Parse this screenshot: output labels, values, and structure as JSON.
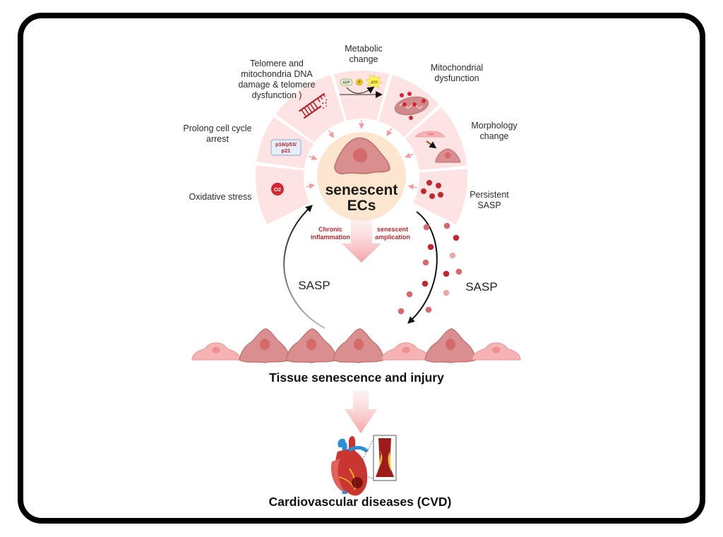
{
  "figure": {
    "center": {
      "line1": "senescent",
      "line2": "ECs"
    },
    "segments": [
      {
        "id": "oxidative",
        "label_lines": [
          "Oxidative stress"
        ],
        "icon": "superoxide-icon",
        "icon_text": "O2"
      },
      {
        "id": "prolong",
        "label_lines": [
          "Prolong cell cycle",
          "arrest"
        ],
        "icon": "p16-p53-p21-badge",
        "icon_lines": [
          "p16/p53/",
          "p21"
        ]
      },
      {
        "id": "telomere",
        "label_lines": [
          "Telomere and",
          "mitochondria DNA",
          "damage & telomere",
          "dysfunction )"
        ],
        "icon": "broken-dna-icon"
      },
      {
        "id": "metabolic",
        "label_lines": [
          "Metabolic",
          "change"
        ],
        "icon": "adp-atp-icon",
        "icon_labels": {
          "adp": "ADP",
          "p": "P",
          "atp": "ATP"
        }
      },
      {
        "id": "mitochondrial",
        "label_lines": [
          "Mitochondrial",
          "dysfunction"
        ],
        "icon": "damaged-mitochondria-icon"
      },
      {
        "id": "morphology",
        "label_lines": [
          "Morphology",
          "change"
        ],
        "icon": "cell-morphology-icon"
      },
      {
        "id": "persistent",
        "label_lines": [
          "Persistent",
          "SASP"
        ],
        "icon": "sasp-particles-icon"
      }
    ],
    "flow_labels": {
      "chronic": [
        "Chronic",
        "inflammation"
      ],
      "amplification": [
        "senescent",
        "amplication"
      ]
    },
    "sasp_left": "SASP",
    "sasp_right": "SASP",
    "tissue_title": "Tissue senescence and injury",
    "cvd_title": "Cardiovascular diseases (CVD)",
    "tissue_cells": [
      "normal",
      "senescent",
      "senescent",
      "senescent",
      "normal",
      "senescent",
      "normal"
    ],
    "colors": {
      "segment_fill": "#fde3e3",
      "center_fill": "#fde6cf",
      "cell_senescent": "#d98f8f",
      "cell_normal": "#f7b3b3",
      "dot_dark": "#c0282e",
      "dot_light": "#d9686c",
      "accent_red": "#c0282e"
    }
  }
}
